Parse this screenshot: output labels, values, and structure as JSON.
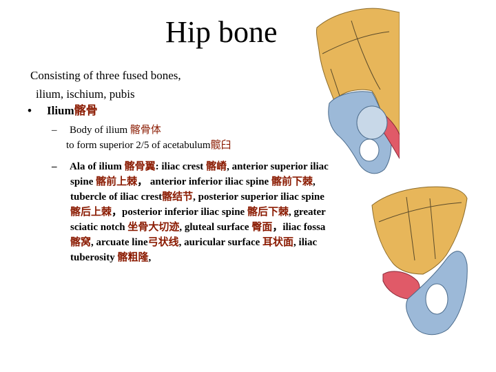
{
  "slide": {
    "title": "Hip bone",
    "intro_line1": "Consisting of three fused bones,",
    "intro_line2": "ilium, ischium, pubis",
    "bullet_mark": "•",
    "bullet_en": "Ilium",
    "bullet_cn": "髂骨",
    "dash": "–",
    "sub1_en1": "Body of ilium ",
    "sub1_cn1": "髂骨体",
    "sub1_en2": "to form superior 2/5 of acetabulum",
    "sub1_cn2": "髋臼",
    "sub2_parts": [
      {
        "t": "Ala of ilium ",
        "cn": false
      },
      {
        "t": "髂骨翼",
        "cn": true
      },
      {
        "t": ": iliac crest ",
        "cn": false
      },
      {
        "t": "髂嵴",
        "cn": true
      },
      {
        "t": ", anterior superior iliac spine ",
        "cn": false
      },
      {
        "t": "髂前上棘",
        "cn": true
      },
      {
        "t": "，  anterior inferior iliac spine ",
        "cn": false
      },
      {
        "t": "髂前下棘",
        "cn": true
      },
      {
        "t": ", tubercle of iliac crest",
        "cn": false
      },
      {
        "t": "髂结节",
        "cn": true
      },
      {
        "t": ", posterior superior iliac spine ",
        "cn": false
      },
      {
        "t": "髂后上棘",
        "cn": true
      },
      {
        "t": "，posterior inferior iliac spine ",
        "cn": false
      },
      {
        "t": "髂后下棘",
        "cn": true
      },
      {
        "t": ", greater sciatic notch ",
        "cn": false
      },
      {
        "t": "坐骨大切迹",
        "cn": true
      },
      {
        "t": ", gluteal surface ",
        "cn": false
      },
      {
        "t": "臀面",
        "cn": true
      },
      {
        "t": "，iliac fossa ",
        "cn": false
      },
      {
        "t": "髂窝",
        "cn": true
      },
      {
        "t": ", arcuate line",
        "cn": false
      },
      {
        "t": "弓状线",
        "cn": true
      },
      {
        "t": ", auricular surface ",
        "cn": false
      },
      {
        "t": "耳状面",
        "cn": true
      },
      {
        "t": ", iliac tuberosity ",
        "cn": false
      },
      {
        "t": "髂粗隆",
        "cn": true
      },
      {
        "t": ",",
        "cn": false
      }
    ]
  },
  "colors": {
    "chinese_text": "#8a1a00",
    "ilium": "#e7b65a",
    "ischium": "#9cb9d8",
    "pubis": "#e05a68"
  }
}
